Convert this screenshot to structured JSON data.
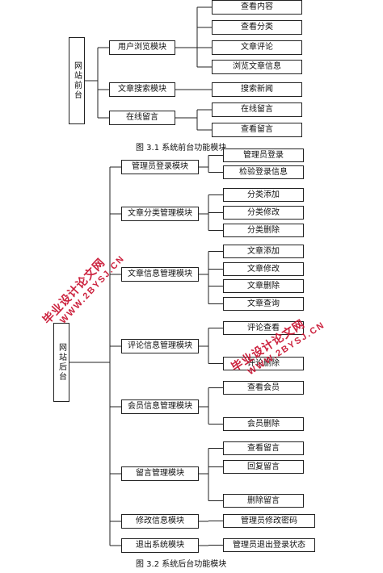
{
  "front": {
    "root": "网站前台",
    "caption": "图 3.1    系统前台功能模块",
    "modules": [
      {
        "label": "用户浏览模块",
        "children": [
          "查看内容",
          "查看分类",
          "文章评论",
          "浏览文章信息"
        ]
      },
      {
        "label": "文章搜索模块",
        "children": [
          "搜索新闻"
        ]
      },
      {
        "label": "在线留言",
        "children": [
          "在线留言",
          "查看留言"
        ]
      }
    ]
  },
  "back": {
    "root": "网站后台",
    "caption": "图 3.2    系统后台功能模块",
    "modules": [
      {
        "label": "管理员登录模块",
        "children": [
          "管理员登录",
          "检验登录信息"
        ]
      },
      {
        "label": "文章分类管理模块",
        "children": [
          "分类添加",
          "分类修改",
          "分类删除"
        ]
      },
      {
        "label": "文章信息管理模块",
        "children": [
          "文章添加",
          "文章修改",
          "文章删除",
          "文章查询"
        ]
      },
      {
        "label": "评论信息管理模块",
        "children": [
          "评论查看",
          "评论删除"
        ]
      },
      {
        "label": "会员信息管理模块",
        "children": [
          "查看会员",
          "会员删除"
        ]
      },
      {
        "label": "留言管理模块",
        "children": [
          "查看留言",
          "回复留言",
          "删除留言"
        ]
      },
      {
        "label": "修改信息模块",
        "children": [
          "管理员修改密码"
        ]
      },
      {
        "label": "退出系统模块",
        "children": [
          "管理员退出登录状态"
        ]
      }
    ]
  },
  "watermark": {
    "text_cn": "毕业设计论文网",
    "text_url": "WWW.2BYSJ.CN",
    "color": "#c8102e"
  }
}
